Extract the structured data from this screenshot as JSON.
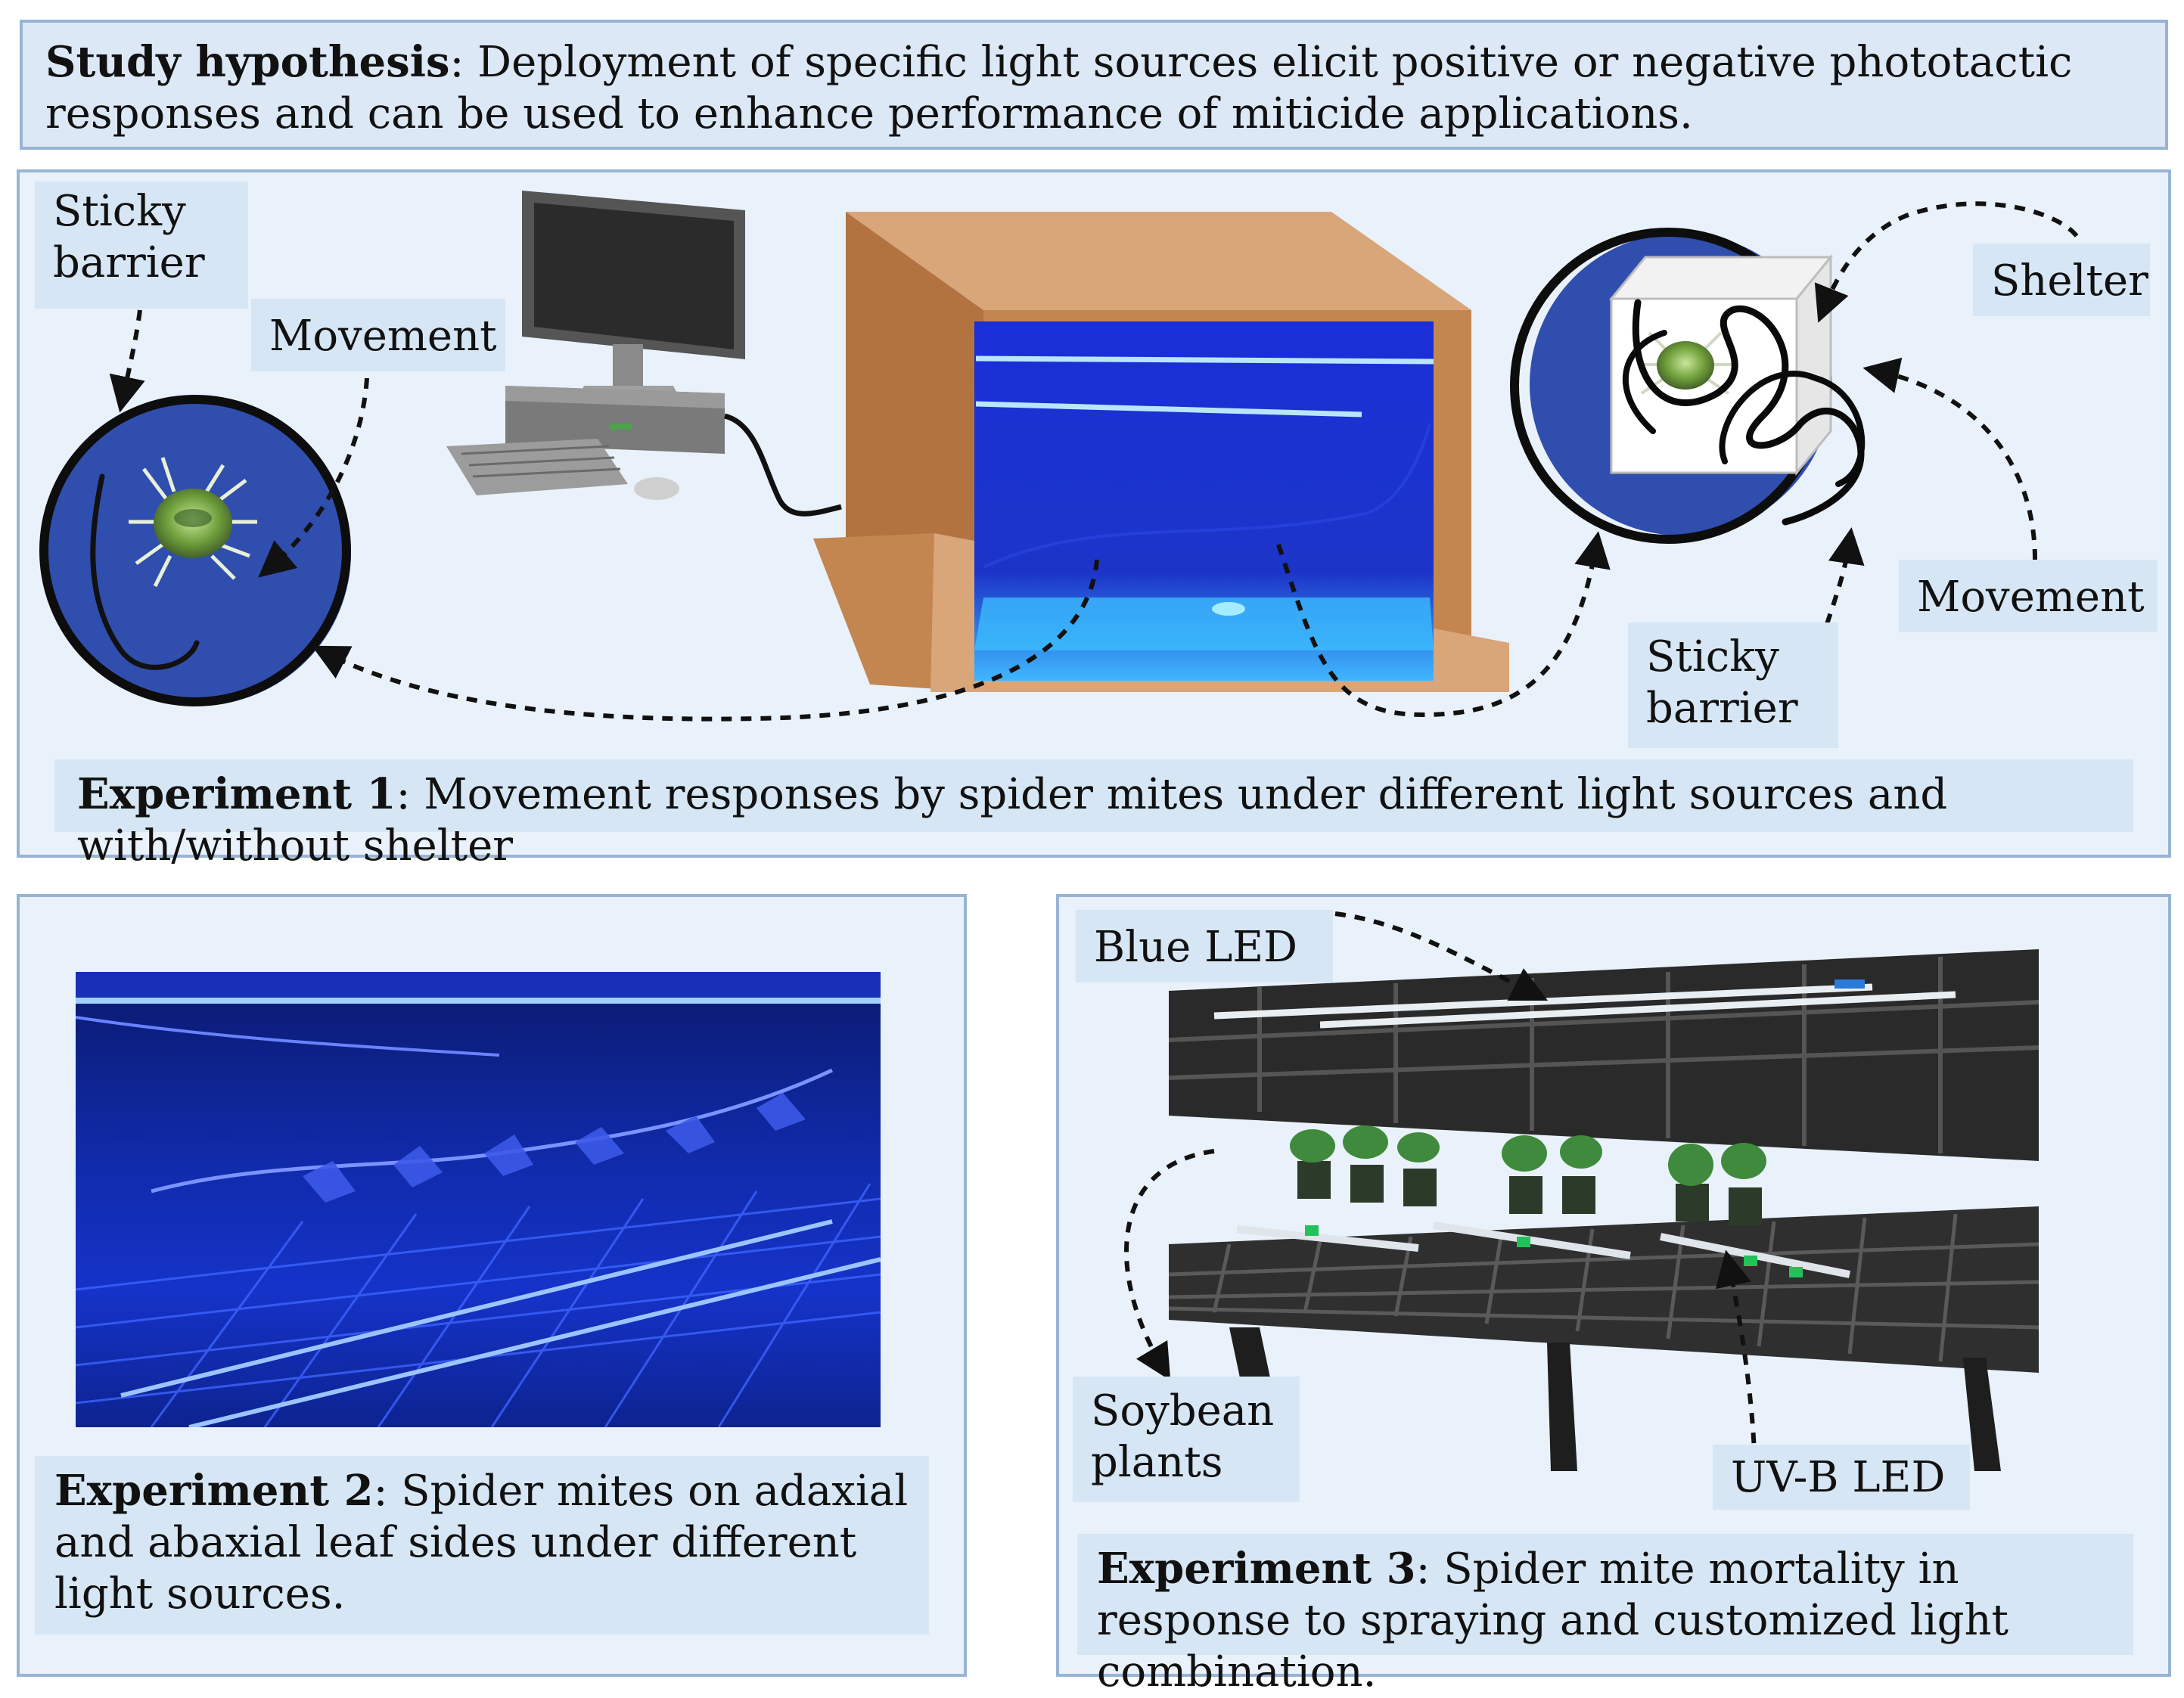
{
  "hypothesis": {
    "bold": "Study hypothesis",
    "text": ": Deployment of specific light sources elicit positive or negative phototactic responses and can be used to enhance performance of miticide applications."
  },
  "experiment1": {
    "labels": {
      "sticky_left": "Sticky barrier",
      "movement_left": "Movement",
      "shelter": "Shelter",
      "movement_right": "Movement",
      "sticky_right": "Sticky barrier"
    },
    "caption_bold": "Experiment 1",
    "caption_text": ": Movement responses by spider mites under different light sources and with/without shelter"
  },
  "experiment2": {
    "caption_bold": "Experiment 2",
    "caption_text": ": Spider mites on adaxial and abaxial leaf sides under different light sources."
  },
  "experiment3": {
    "labels": {
      "blue_led": "Blue LED",
      "soybean": "Soybean plants",
      "uvb_led": "UV-B LED"
    },
    "caption_bold": "Experiment 3",
    "caption_text": ": Spider mite mortality in response to spraying and customized light combination."
  },
  "colors": {
    "panel_bg": "#e9f1fa",
    "label_bg": "#d6e6f4",
    "border": "#98b4d4",
    "arena_blue": "#2f4eae",
    "led_blue": "#1a3cff",
    "wood": "#b97a47"
  },
  "icons": [
    "desktop-computer-icon",
    "spider-mite-icon",
    "light-chamber-box",
    "shelter-cube-icon"
  ]
}
